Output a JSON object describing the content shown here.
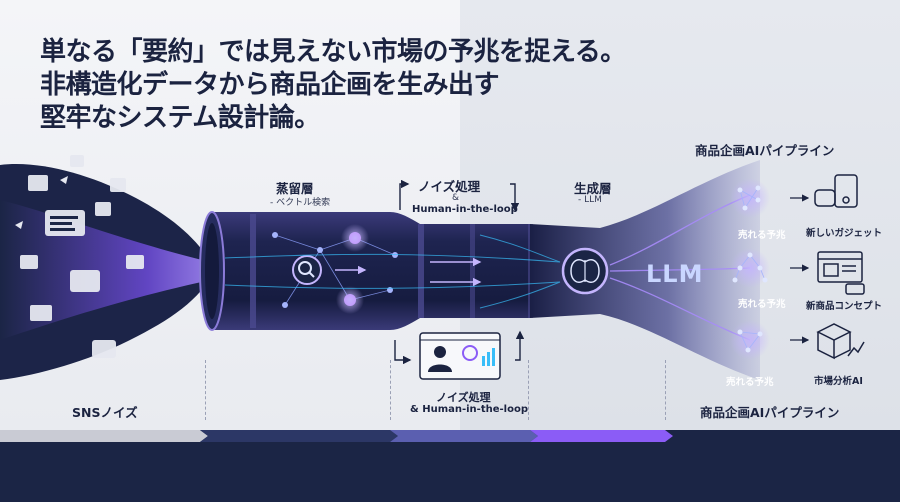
{
  "headline": {
    "line1": "単なる「要約」では見えない市場の予兆を捉える。",
    "line2": "非構造化データから商品企画を生み出す",
    "line3": "堅牢なシステム設計論。"
  },
  "pipeline_title": "商品企画AIパイプライン",
  "stages": {
    "distill": {
      "title": "蒸留層",
      "sub": "- ベクトル検索"
    },
    "noise_top": {
      "title": "ノイズ処理",
      "amp": "&",
      "sub": "Human-in-the-loop"
    },
    "generate": {
      "title": "生成層",
      "sub": "- LLM"
    },
    "llm": "LLM",
    "noise_bottom": {
      "title": "ノイズ処理",
      "sub": "& Human-in-the-loop"
    }
  },
  "outputs": [
    {
      "forecast": "売れる予兆",
      "product": "新しいガジェット"
    },
    {
      "forecast": "売れる予兆",
      "product": "新商品コンセプト"
    },
    {
      "forecast": "売れる予兆",
      "product": "市場分析AI"
    }
  ],
  "bottom_labels": {
    "sns": "SNSノイズ",
    "pipeline": "商品企画AIパイプライン"
  },
  "colors": {
    "navy": "#1b2545",
    "violet": "#8b5cf6",
    "cyan": "#38bdf8",
    "text": "#1b2340"
  }
}
